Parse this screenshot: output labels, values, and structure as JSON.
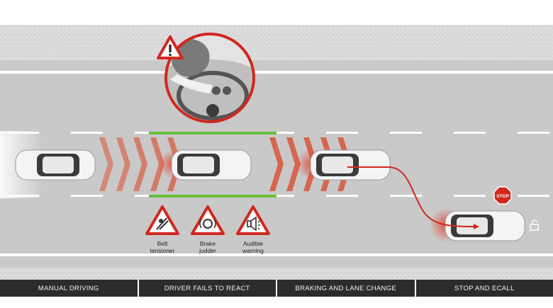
{
  "stages": [
    {
      "label": "MANUAL DRIVING"
    },
    {
      "label": "DRIVER FAILS TO REACT"
    },
    {
      "label": "BRAKING AND LANE CHANGE"
    },
    {
      "label": "STOP AND ECALL"
    }
  ],
  "warnings": [
    {
      "line1": "Belt",
      "line2": "tensioner",
      "icon": "belt-tensioner-icon"
    },
    {
      "line1": "Brake",
      "line2": "judder",
      "icon": "brake-judder-icon"
    },
    {
      "line1": "Audible",
      "line2": "warning",
      "icon": "audible-warning-icon"
    }
  ],
  "stop_sign": {
    "text": "STOP"
  },
  "colors": {
    "road": "#c9c9c9",
    "chevron": "#d9533a",
    "green_marker": "#67c23a",
    "warning_red": "#d0281f",
    "stage_bar": "#2c2c2c"
  }
}
